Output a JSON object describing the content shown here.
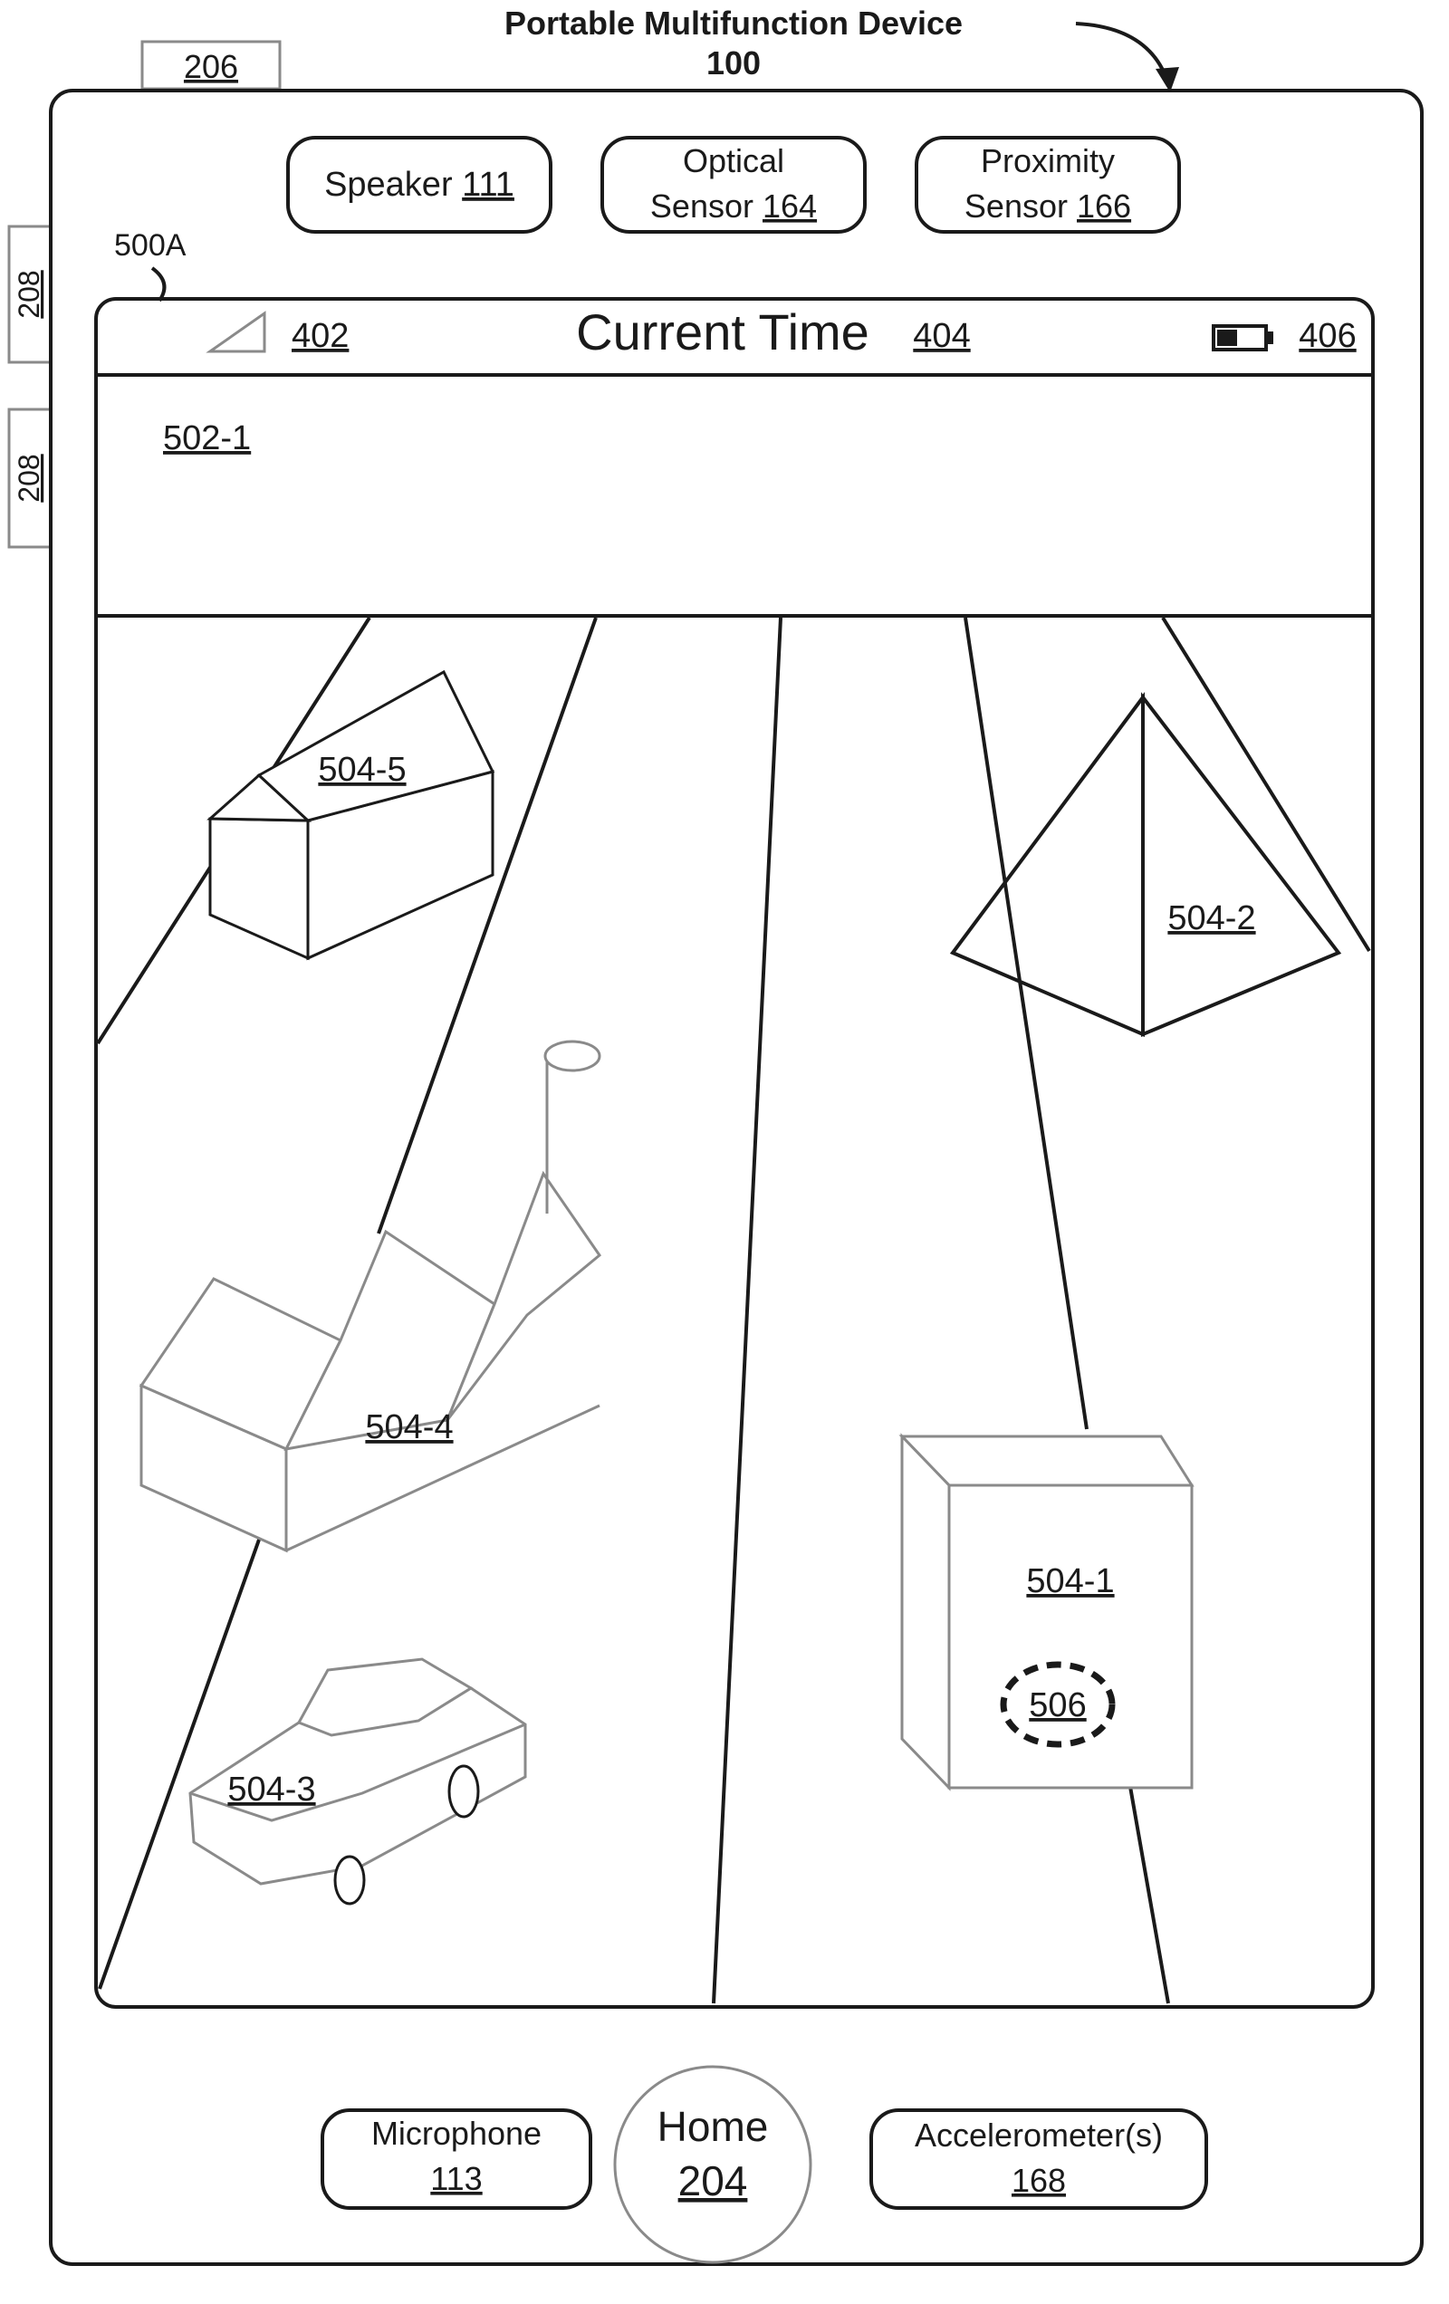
{
  "device": {
    "title_line1": "Portable Multifunction Device",
    "title_line2": "100",
    "ref_206": "206",
    "ref_208_top": "208",
    "ref_208_bottom": "208"
  },
  "top_hardware": {
    "speaker_label": "Speaker",
    "speaker_ref": "111",
    "optical_line1": "Optical",
    "optical_line2": "Sensor",
    "optical_ref": "164",
    "proximity_line1": "Proximity",
    "proximity_line2": "Sensor",
    "proximity_ref": "166"
  },
  "screen": {
    "ref": "500A",
    "status_bar": {
      "signal_ref": "402",
      "time_label": "Current Time",
      "time_ref": "404",
      "battery_ref": "406"
    },
    "banner_ref": "502-1",
    "objects": {
      "house": "504-5",
      "pyramid": "504-2",
      "building": "504-4",
      "car": "504-3",
      "box": "504-1",
      "target": "506"
    }
  },
  "bottom_hardware": {
    "microphone_label": "Microphone",
    "microphone_ref": "113",
    "home_label": "Home",
    "home_ref": "204",
    "accelerometer_label": "Accelerometer(s)",
    "accelerometer_ref": "168"
  }
}
